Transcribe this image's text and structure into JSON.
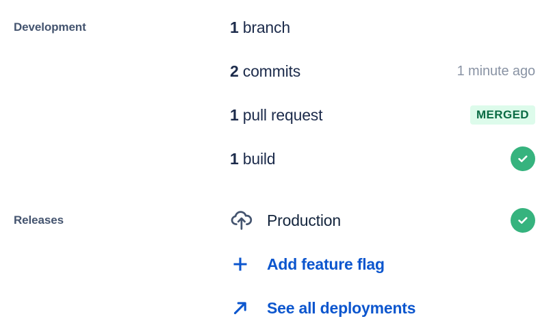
{
  "sections": {
    "development": {
      "label": "Development",
      "rows": [
        {
          "count": "1",
          "noun": " branch",
          "status_type": "none",
          "status_text": ""
        },
        {
          "count": "2",
          "noun": " commits",
          "status_type": "timestamp",
          "status_text": "1 minute ago"
        },
        {
          "count": "1",
          "noun": " pull request",
          "status_type": "badge",
          "status_text": "MERGED"
        },
        {
          "count": "1",
          "noun": " build",
          "status_type": "check",
          "status_text": ""
        }
      ]
    },
    "releases": {
      "label": "Releases",
      "rows": [
        {
          "icon": "cloud-upload-icon",
          "text": "Production",
          "style": "plain",
          "status_type": "check",
          "status_text": ""
        },
        {
          "icon": "plus-icon",
          "text": "Add feature flag",
          "style": "link",
          "status_type": "none",
          "status_text": ""
        },
        {
          "icon": "arrow-up-right-icon",
          "text": "See all deployments",
          "style": "link",
          "status_type": "none",
          "status_text": ""
        }
      ]
    }
  },
  "colors": {
    "label": "#44546f",
    "primary_text": "#1c2b4b",
    "link": "#0c56ce",
    "timestamp": "#8993a4",
    "badge_bg": "#ddfbeb",
    "badge_text": "#0a6b44",
    "check_green": "#36b37e",
    "icon_slate": "#44546f"
  }
}
